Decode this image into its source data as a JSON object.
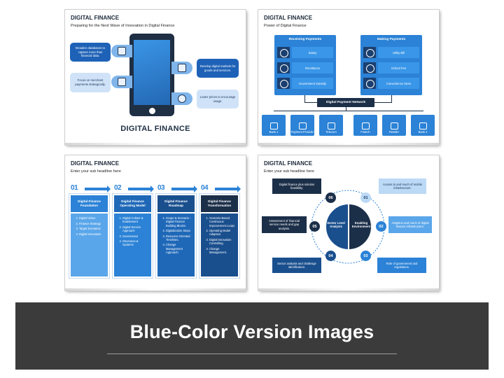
{
  "slide1": {
    "title": "DIGITAL FINANCE",
    "subtitle": "Preparing for the Next Wave of Innovation in Digital Finance",
    "left_items": [
      "Broaden databases to capture more than financial data.",
      "Focus on merchant payments strategically."
    ],
    "right_items": [
      "Develop digital markets for goods and services.",
      "Lower prices to encourage usage."
    ],
    "big_title": "DIGITAL FINANCE"
  },
  "slide2": {
    "title": "DIGITAL FINANCE",
    "subtitle": "Power of Digital Finance",
    "receiving": {
      "heading": "Receiving Payments",
      "items": [
        "Salary",
        "Remittance",
        "Government Subsidy"
      ]
    },
    "making": {
      "heading": "Making Payments",
      "items": [
        "Utility Bill",
        "School Fee",
        "Convenience Store"
      ]
    },
    "network_label": "Digital Payment Network",
    "nodes": [
      "Bank 1",
      "Payment Provider",
      "Telecom",
      "Fintech",
      "Retailer",
      "Bank 2"
    ]
  },
  "slide3": {
    "title": "DIGITAL FINANCE",
    "subtitle": "Enter your sub headline here",
    "columns": [
      {
        "num": "01",
        "head": "Digital Finance Foundation",
        "items": [
          "Digital Vision",
          "Finance Strategy",
          "Target Scenarios",
          "Digital Innovation"
        ]
      },
      {
        "num": "02",
        "head": "Digital Finance Operating Model",
        "items": [
          "Digital Culture & Enablement",
          "Digital Service Approach",
          "Governance",
          "Structures & Systems"
        ]
      },
      {
        "num": "03",
        "head": "Digital Finance Roadmap",
        "items": [
          "Scope & Scenario - Digital Finance Building Blocks.",
          "Digitalization Steps",
          "Resource-Oriented Timelines.",
          "Change Management Approach."
        ]
      },
      {
        "num": "04",
        "head": "Digital Finance Transformation",
        "items": [
          "Scenario-Based Continuous Improvement Loops",
          "Operating Model Adaption.",
          "Digital Innovation Controlling.",
          "Change Management."
        ]
      }
    ]
  },
  "slide4": {
    "title": "DIGITAL FINANCE",
    "subtitle": "Enter your sub headline here",
    "hub_left": "Sector Level Analysis",
    "hub_right": "Enabling Environment",
    "steps": [
      {
        "num": "01",
        "text": "Access to and reach of mobile infrastructure."
      },
      {
        "num": "02",
        "text": "Adoption and reach of digital finance infrastructure."
      },
      {
        "num": "03",
        "text": "Role of government and regulations."
      },
      {
        "num": "04",
        "text": "Sector analysis and challenge identification."
      },
      {
        "num": "05",
        "text": "Assessment of financial service needs and gap analysis."
      },
      {
        "num": "06",
        "text": "Digital finance plus solution feasibility."
      }
    ]
  },
  "banner": {
    "title": "Blue-Color Version Images"
  },
  "colors": {
    "navy": "#1c2f49",
    "blue": "#2b82d6",
    "light_blue": "#bcd9f6",
    "banner": "#3b3b3b"
  }
}
